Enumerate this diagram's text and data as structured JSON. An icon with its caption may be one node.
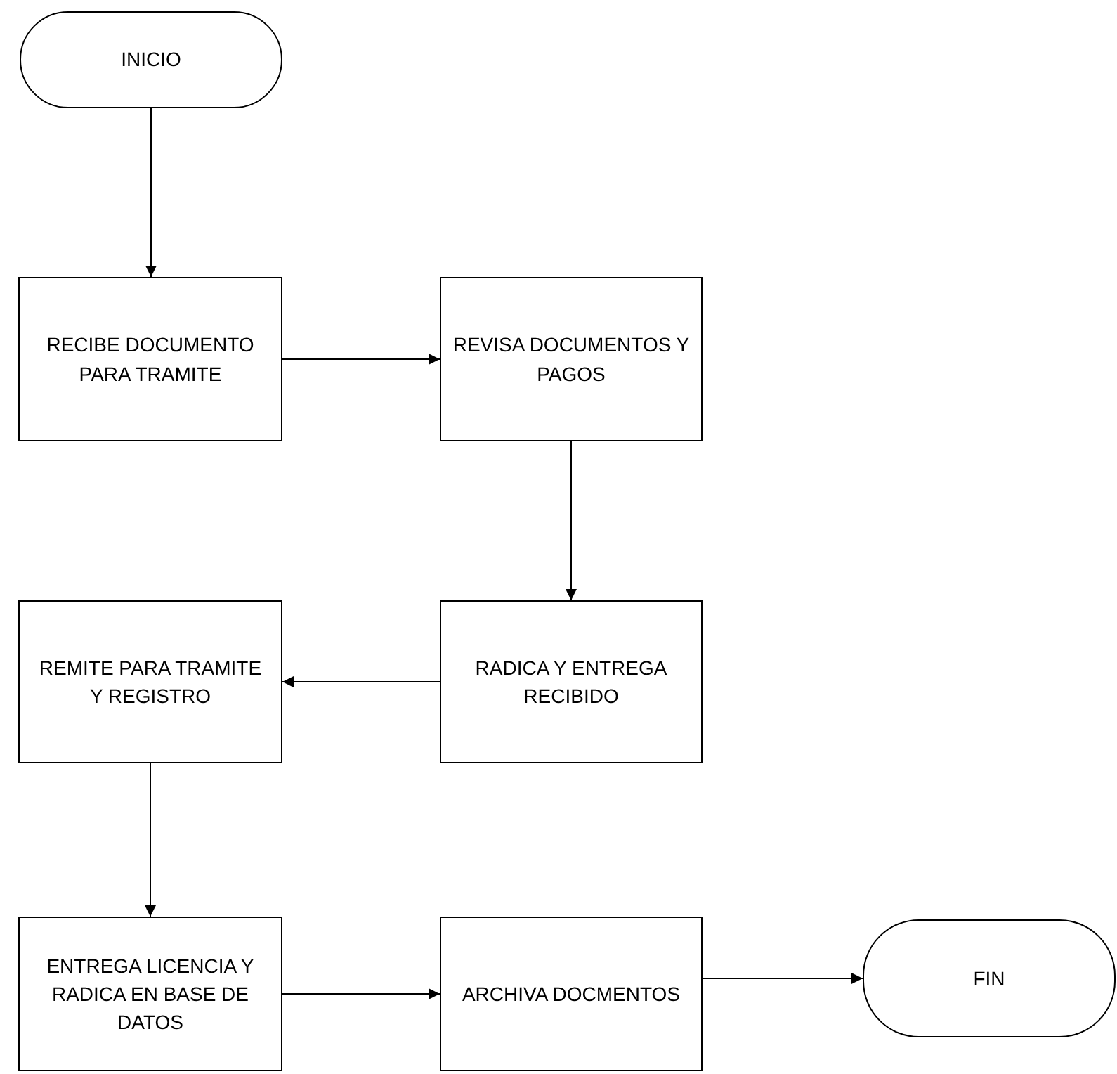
{
  "diagram": {
    "nodes": [
      {
        "text": [
          "INICIO"
        ]
      },
      {
        "text": [
          "RECIBE DOCUMENTO PARA TRAMITE"
        ]
      },
      {
        "text": [
          "REVISA DOCUMENTOS Y PAGOS"
        ]
      },
      {
        "text": [
          "RADICA Y ENTREGA RECIBIDO"
        ]
      },
      {
        "text": [
          "REMITE PARA TRAMITE Y REGISTRO"
        ]
      },
      {
        "text": [
          "ENTREGA LICENCIA Y RADICA EN BASE DE DATOS"
        ]
      },
      {
        "text": [
          "ARCHIVA DOCMENTOS"
        ]
      },
      {
        "text": [
          "FIN"
        ]
      }
    ],
    "edges": [
      {
        "from": 0,
        "to": 1,
        "arrow": "to"
      },
      {
        "from": 1,
        "to": 2,
        "arrow": "to"
      },
      {
        "from": 2,
        "to": 3,
        "arrow": "to"
      },
      {
        "from": 3,
        "to": 4,
        "arrow": "to"
      },
      {
        "from": 4,
        "to": 5,
        "arrow": "to"
      },
      {
        "from": 5,
        "to": 6,
        "arrow": "to"
      },
      {
        "from": 6,
        "to": 7,
        "arrow": "to"
      }
    ]
  }
}
